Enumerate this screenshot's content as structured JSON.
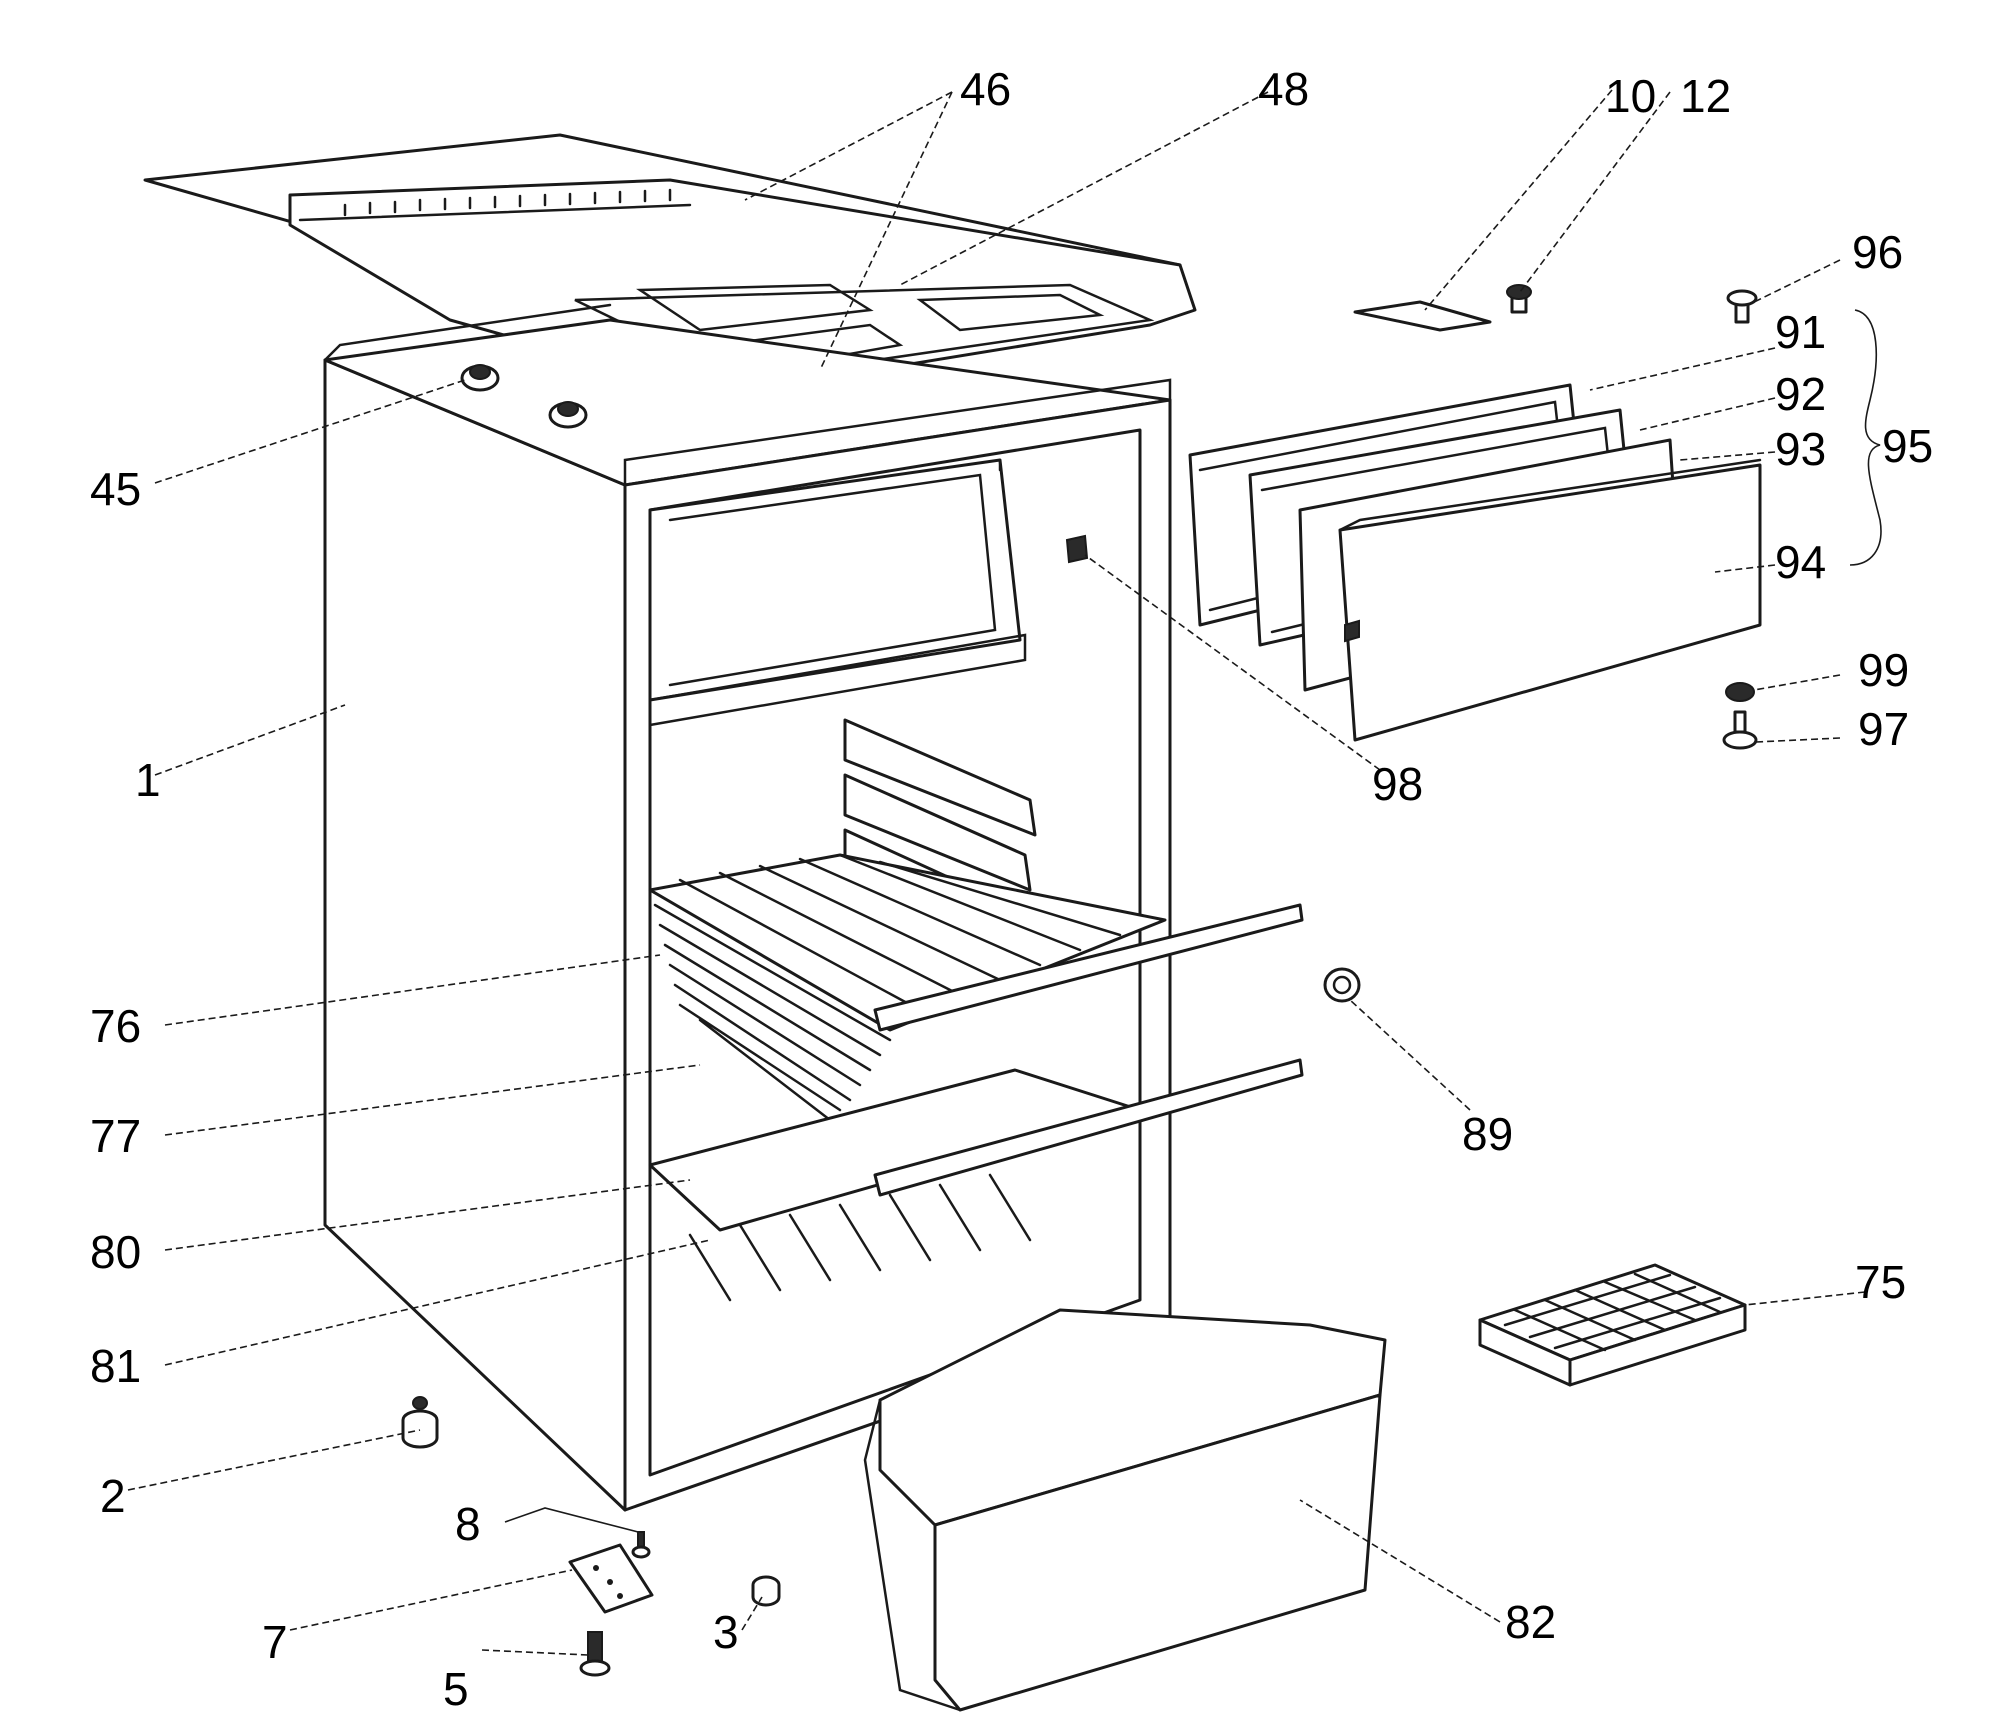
{
  "callouts": {
    "c1": "1",
    "c2": "2",
    "c3": "3",
    "c5": "5",
    "c7": "7",
    "c8": "8",
    "c10": "10",
    "c12": "12",
    "c45": "45",
    "c46": "46",
    "c48": "48",
    "c75": "75",
    "c76": "76",
    "c77": "77",
    "c80": "80",
    "c81": "81",
    "c82": "82",
    "c89": "89",
    "c91": "91",
    "c92": "92",
    "c93": "93",
    "c94": "94",
    "c95": "95",
    "c96": "96",
    "c97": "97",
    "c98": "98",
    "c99": "99"
  }
}
